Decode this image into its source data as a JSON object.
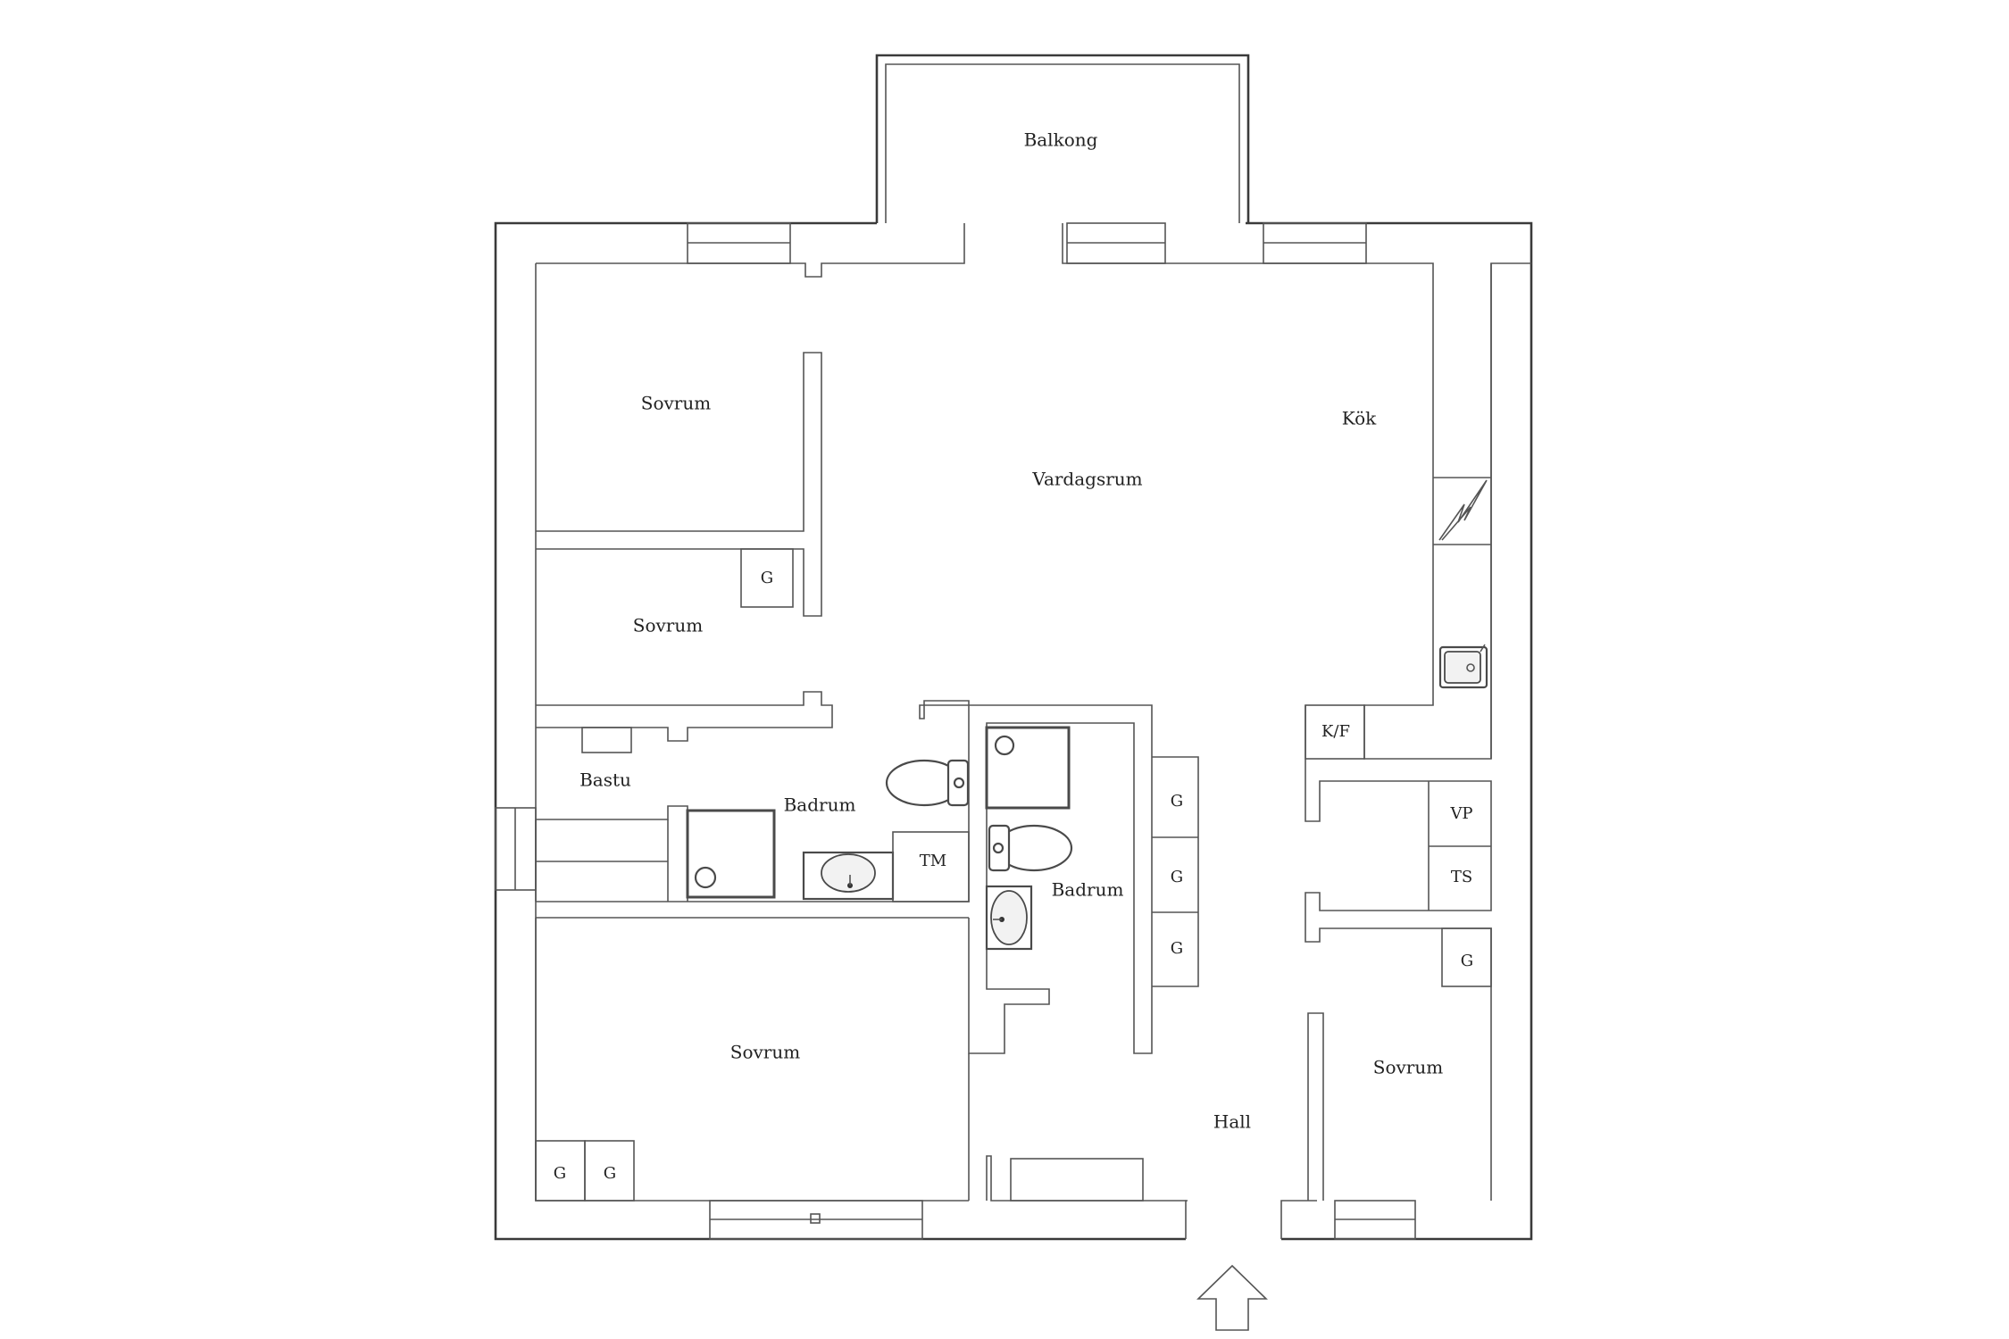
{
  "plan": {
    "rooms": {
      "balkong": "Balkong",
      "sovrum_1": "Sovrum",
      "sovrum_2": "Sovrum",
      "vardagsrum": "Vardagsrum",
      "kok": "Kök",
      "bastu": "Bastu",
      "badrum_1": "Badrum",
      "badrum_2": "Badrum",
      "sovrum_3": "Sovrum",
      "sovrum_4": "Sovrum",
      "hall": "Hall"
    },
    "fixtures": {
      "wardrobe": "G",
      "washing_machine": "TM",
      "fridge_freezer": "K/F",
      "water_heater": "VP",
      "dryer": "TS"
    },
    "icons": [
      "stove-icon",
      "sink-icon",
      "toilet-icon",
      "shower-icon",
      "washbasin-icon",
      "entrance-arrow-icon"
    ]
  }
}
